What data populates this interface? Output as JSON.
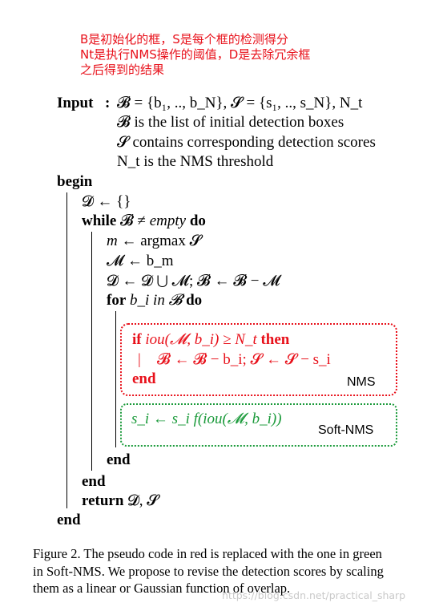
{
  "annotation": [
    "B是初始化的框，S是每个框的检测得分",
    "Nt是执行NMS操作的阈值，D是去除冗余框",
    "之后得到的结果"
  ],
  "algorithm": {
    "input_kw": "Input",
    "input_colon": ":",
    "input_sets": "𝓑 = {b₁, .., b_N}, 𝓢 = {s₁, .., s_N}, N_t",
    "input_desc": [
      "𝓑 is the list of initial detection boxes",
      "𝓢 contains corresponding detection scores",
      "N_t is the NMS threshold"
    ],
    "begin": "begin",
    "init": "𝓓 ← {}",
    "while_kw": "while",
    "while_cond_lhs": "𝓑 ≠",
    "while_cond_rhs": "empty",
    "do": "do",
    "argmax_lhs": "m ←",
    "argmax_rhs": "argmax 𝓢",
    "assign_m": "𝓜 ← b_m",
    "update": "𝓓 ← 𝓓 ⋃ 𝓜; 𝓑 ← 𝓑 − 𝓜",
    "for_kw": "for",
    "for_cond": "b_i in 𝓑",
    "nms": {
      "if_kw": "if",
      "if_cond": "iou(𝓜, b_i) ≥ N_t",
      "then_kw": "then",
      "bar": "|",
      "body": "𝓑 ← 𝓑 − b_i; 𝓢 ← 𝓢 − s_i",
      "end_kw": "end",
      "label": "NMS"
    },
    "soft_nms": {
      "expr": "s_i ← s_i f(iou(𝓜, b_i))",
      "label": "Soft-NMS"
    },
    "end_for": "end",
    "end_while": "end",
    "return_kw": "return",
    "return_val": "𝓓, 𝓢",
    "end_main": "end"
  },
  "caption": [
    "Figure 2. The pseudo code in red is replaced with the one in green",
    "in Soft-NMS. We propose to revise the detection scores by scaling",
    "them as a linear or Gaussian function of overlap."
  ],
  "watermark": "https://blog.csdn.net/practical_sharp",
  "colors": {
    "red": "#e8101a",
    "green": "#1a9a3a",
    "watermark": "#c9c9c9"
  }
}
